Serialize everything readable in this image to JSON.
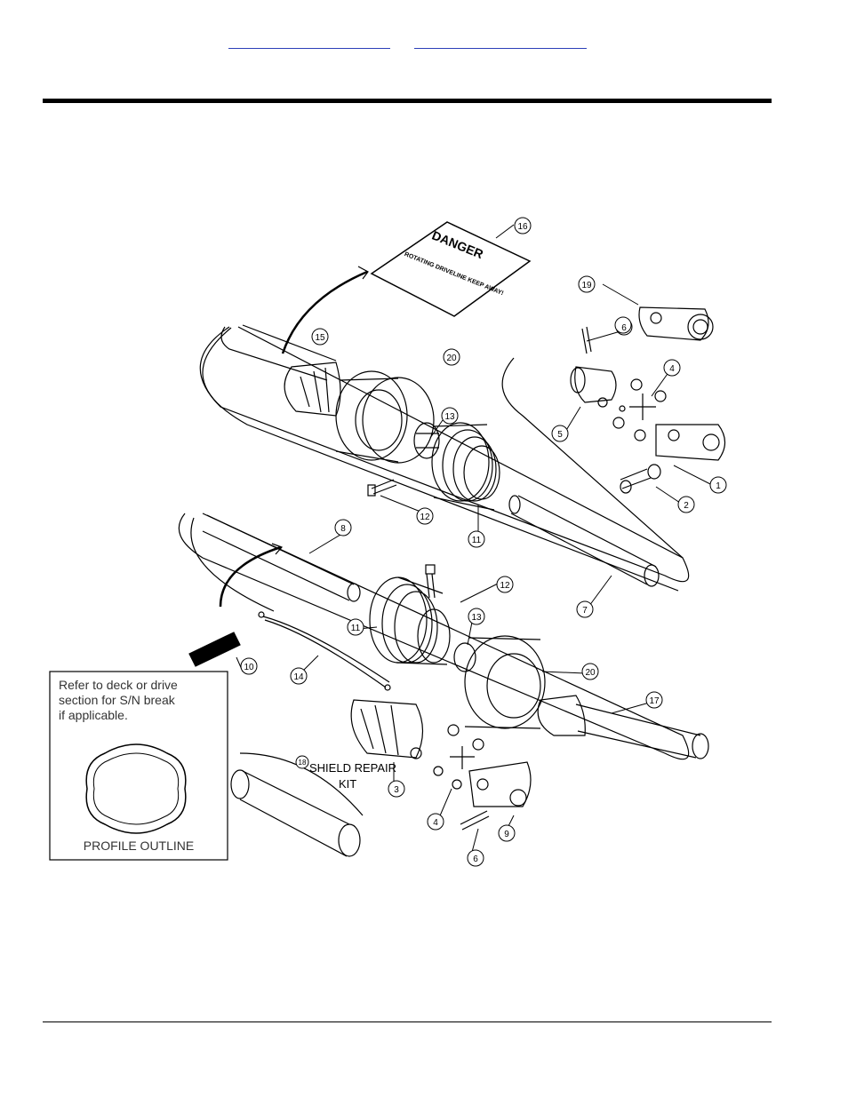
{
  "header": {
    "link1_text": "",
    "link2_text": ""
  },
  "diagram": {
    "danger_decal": {
      "title": "DANGER",
      "subtitle": "ROTATING DRIVELINE KEEP AWAY!"
    },
    "callouts": [
      "1",
      "2",
      "3",
      "4",
      "5",
      "6",
      "7",
      "8",
      "9",
      "10",
      "11",
      "12",
      "13",
      "14",
      "15",
      "16",
      "17",
      "18",
      "19",
      "20"
    ],
    "callout_extra": {
      "12b": "12",
      "11b": "11",
      "13b": "13",
      "20b": "20",
      "4b": "4",
      "6b": "6"
    },
    "shield_kit_line1": "SHIELD REPAIR",
    "shield_kit_line2": "KIT",
    "note": {
      "line1": "Refer to deck or drive",
      "line2": "section for S/N break",
      "line3": "if applicable.",
      "profile_label": "PROFILE OUTLINE"
    }
  }
}
